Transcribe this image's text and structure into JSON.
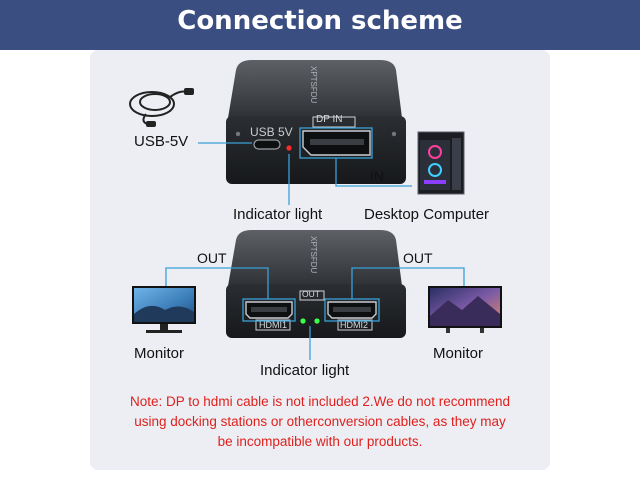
{
  "title": "Connection scheme",
  "top": {
    "power_label": "USB-5V",
    "port_usb_label": "USB 5V",
    "port_dp_label": "DP IN",
    "brand": "XPTSFDU",
    "indicator_label": "Indicator light",
    "in_label": "IN",
    "computer_label": "Desktop Computer"
  },
  "bottom": {
    "brand": "XPTSFDU",
    "out_left": "OUT",
    "out_right": "OUT",
    "out_plate": "OUT",
    "hdmi1": "HDMI1",
    "hdmi2": "HDMI2",
    "monitor_left": "Monitor",
    "monitor_right": "Monitor",
    "indicator_label": "Indicator light"
  },
  "note": {
    "line1": "Note: DP to hdmi cable is not included 2.We do not recommend",
    "line2": "using docking stations or otherconversion cables, as they may",
    "line3": "be incompatible with our products."
  },
  "colors": {
    "banner": "#3b4e82",
    "accent": "#3aa0d8",
    "note": "#e0201c"
  }
}
